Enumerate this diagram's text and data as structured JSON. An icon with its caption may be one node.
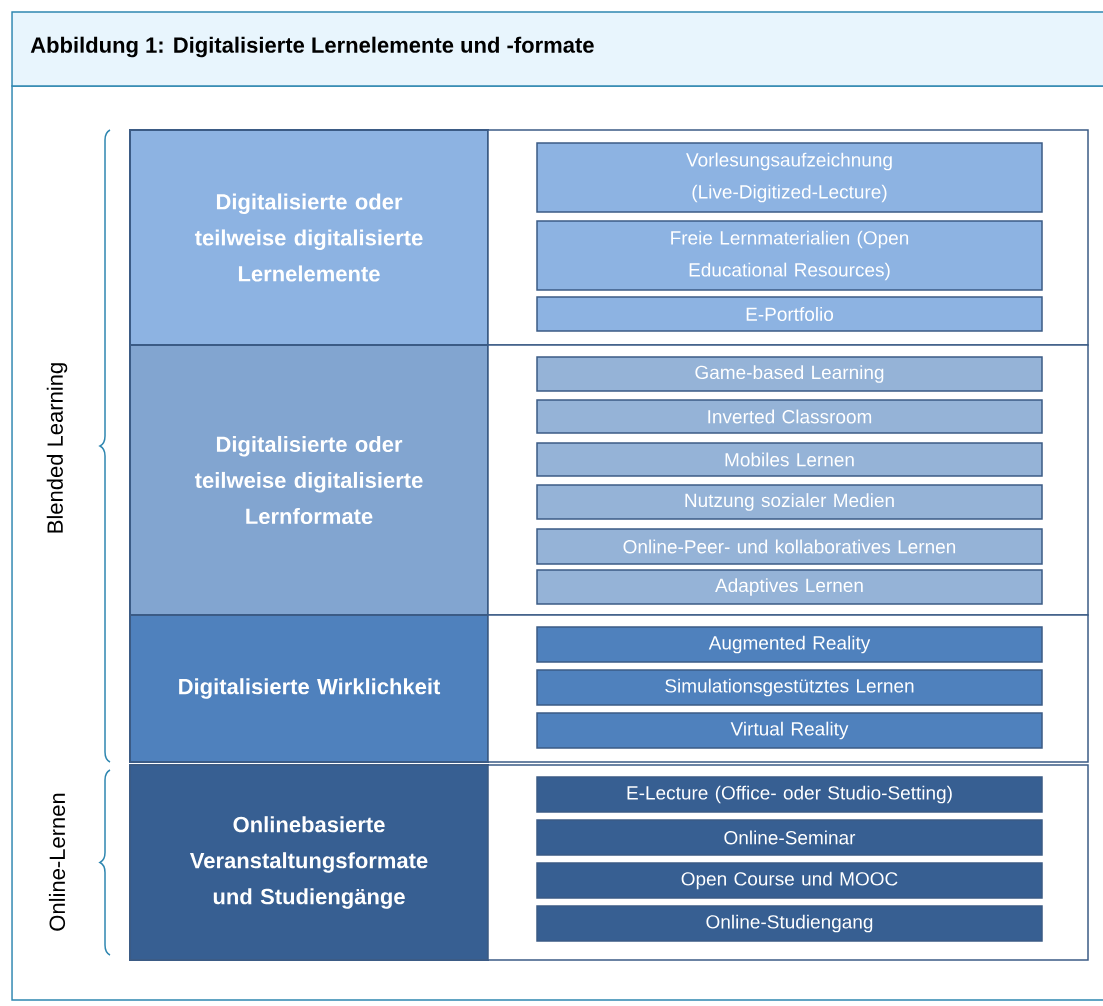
{
  "diagram": {
    "title": "Abbildung 1: Digitalisierte Lernelemente und -formate",
    "nodes": [
      {
        "text": [
          "Digitalisierte oder teilweise digitalisierte Lernelemente"
        ]
      },
      {
        "text": [],
        "shape": "box"
      },
      {
        "text": [
          "Vorlesungsaufzeichnung (Live-Digitized-Lecture)"
        ],
        "in": 1
      },
      {
        "text": [
          "Freie Lernmaterialien (Open Educational Resources)"
        ],
        "in": 1
      },
      {
        "text": [
          "E-Portfolio"
        ],
        "in": 1
      },
      {
        "text": [
          "Digitalisierte oder teilweise digitalisierte Lernformate"
        ]
      },
      {
        "text": [],
        "shape": "box"
      },
      {
        "text": [
          "Game-based Learning"
        ],
        "in": 6
      },
      {
        "text": [
          "Inverted Classroom"
        ],
        "in": 6
      },
      {
        "text": [
          "Mobiles Lernen"
        ],
        "in": 6
      },
      {
        "text": [
          "Nutzung sozialer Medien"
        ],
        "in": 6
      },
      {
        "text": [
          "Online-Peer- und kollaboratives Lernen"
        ],
        "in": 6
      },
      {
        "text": [
          "Adaptives Lernen"
        ],
        "in": 6
      },
      {
        "text": [
          "Digitalisierte Wirklichkeit"
        ]
      },
      {
        "text": [],
        "shape": "box"
      },
      {
        "text": [
          "Augmented Reality"
        ],
        "in": 14
      },
      {
        "text": [
          "Simulationsgestütztes Lernen"
        ],
        "in": 14
      },
      {
        "text": [
          "Virtual Reality"
        ],
        "in": 14
      },
      {
        "text": [
          "Onlinebasierte Veranstaltungsformate und Studiengänge"
        ]
      },
      {
        "text": [],
        "shape": "box"
      },
      {
        "text": [
          "E-Lecture (Office- oder Studio-Setting)"
        ],
        "in": 19
      },
      {
        "text": [
          "Online-Seminar"
        ],
        "in": 19
      },
      {
        "text": [
          "Open Course und MOOC"
        ],
        "in": 19
      },
      {
        "text": [
          "Online-Studiengang"
        ],
        "in": 19
      }
    ],
    "labels": [
      "Blended Learning",
      "Online-Lernen"
    ]
  }
}
